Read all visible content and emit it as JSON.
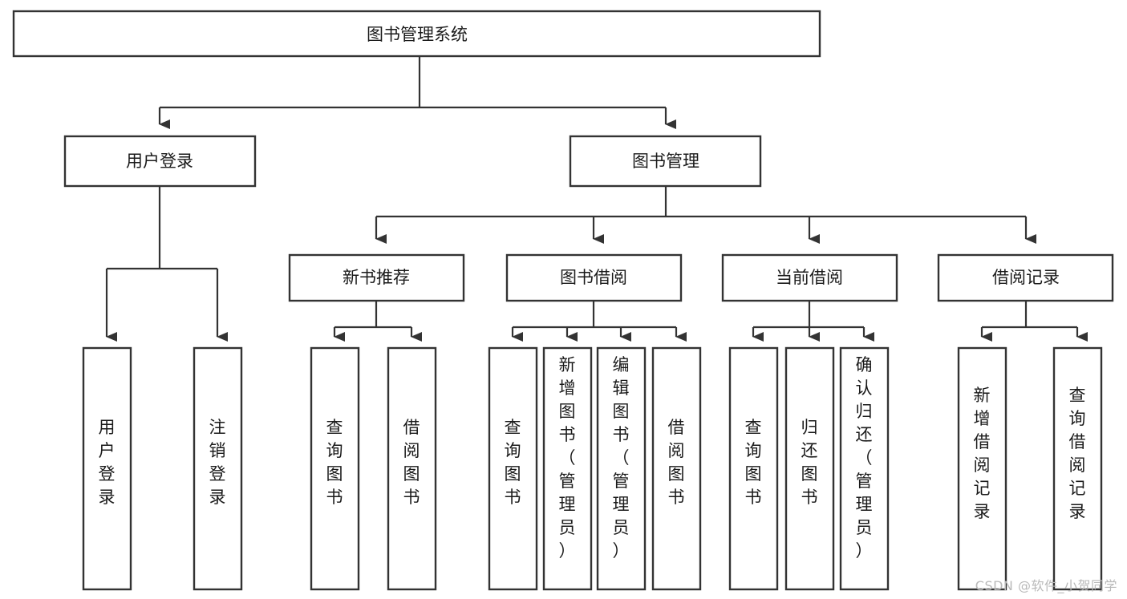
{
  "diagram": {
    "type": "tree-hierarchy",
    "title": "图书管理系统",
    "watermark": "CSDN @软件_小贺同学",
    "colors": {
      "stroke": "#333333",
      "fill": "#ffffff",
      "text": "#1a1a1a",
      "watermark": "#b9b9b9"
    },
    "levels": {
      "level1": [
        {
          "id": "root",
          "label": "图书管理系统",
          "orientation": "horizontal"
        }
      ],
      "level2": [
        {
          "id": "user-login",
          "label": "用户登录",
          "orientation": "horizontal"
        },
        {
          "id": "book-manage",
          "label": "图书管理",
          "orientation": "horizontal"
        }
      ],
      "level3": [
        {
          "id": "new-book-rec",
          "label": "新书推荐",
          "orientation": "horizontal"
        },
        {
          "id": "book-borrow",
          "label": "图书借阅",
          "orientation": "horizontal"
        },
        {
          "id": "current-borrow",
          "label": "当前借阅",
          "orientation": "horizontal"
        },
        {
          "id": "borrow-record",
          "label": "借阅记录",
          "orientation": "horizontal"
        }
      ],
      "level4": [
        {
          "id": "leaf-user-login",
          "label": "用户登录",
          "orientation": "vertical",
          "parent": "user-login"
        },
        {
          "id": "leaf-logout",
          "label": "注销登录",
          "orientation": "vertical",
          "parent": "user-login"
        },
        {
          "id": "leaf-query-book-1",
          "label": "查询图书",
          "orientation": "vertical",
          "parent": "new-book-rec"
        },
        {
          "id": "leaf-borrow-book-1",
          "label": "借阅图书",
          "orientation": "vertical",
          "parent": "new-book-rec"
        },
        {
          "id": "leaf-query-book-2",
          "label": "查询图书",
          "orientation": "vertical",
          "parent": "book-borrow"
        },
        {
          "id": "leaf-add-book",
          "label": "新增图书（管理员）",
          "orientation": "vertical",
          "parent": "book-borrow"
        },
        {
          "id": "leaf-edit-book",
          "label": "编辑图书（管理员）",
          "orientation": "vertical",
          "parent": "book-borrow"
        },
        {
          "id": "leaf-borrow-book-2",
          "label": "借阅图书",
          "orientation": "vertical",
          "parent": "book-borrow"
        },
        {
          "id": "leaf-query-book-3",
          "label": "查询图书",
          "orientation": "vertical",
          "parent": "current-borrow"
        },
        {
          "id": "leaf-return-book",
          "label": "归还图书",
          "orientation": "vertical",
          "parent": "current-borrow"
        },
        {
          "id": "leaf-confirm-return",
          "label": "确认归还（管理员）",
          "orientation": "vertical",
          "parent": "current-borrow"
        },
        {
          "id": "leaf-add-record",
          "label": "新增借阅记录",
          "orientation": "vertical",
          "parent": "borrow-record"
        },
        {
          "id": "leaf-query-record",
          "label": "查询借阅记录",
          "orientation": "vertical",
          "parent": "borrow-record"
        }
      ]
    }
  }
}
